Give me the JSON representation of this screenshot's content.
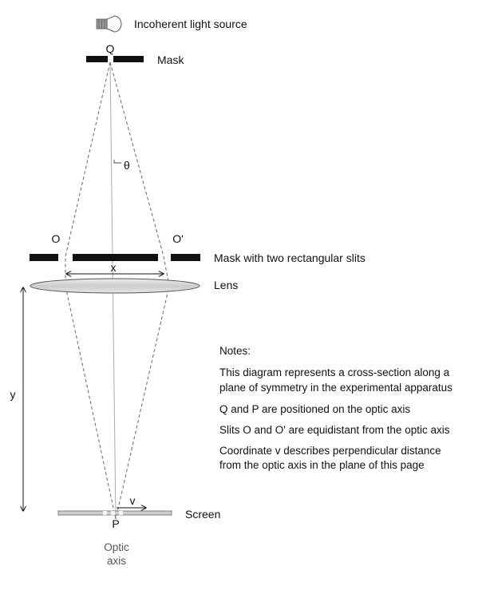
{
  "labels": {
    "light_source": "Incoherent light source",
    "mask_top": "Mask",
    "mask_slits": "Mask with two rectangular slits",
    "lens": "Lens",
    "screen": "Screen",
    "optic_axis_line1": "Optic",
    "optic_axis_line2": "axis"
  },
  "points": {
    "q": "Q",
    "o": "O",
    "o_prime": "O'",
    "p": "P",
    "theta": "θ",
    "x": "x",
    "y": "y",
    "v": "v"
  },
  "notes": {
    "heading": "Notes:",
    "items": [
      [
        "This diagram represents a cross-section along a",
        "plane of symmetry in the experimental apparatus"
      ],
      [
        "Q and P are positioned on the optic axis"
      ],
      [
        "Slits O and O' are equidistant from the optic axis"
      ],
      [
        "Coordinate v describes perpendicular distance",
        "from the optic axis in the plane of this page"
      ]
    ]
  },
  "icons": {
    "light_source": "light-bulb-icon"
  },
  "colors": {
    "ink": "#111111",
    "lens_fill": "#d9d9d9",
    "screen_fill": "#cfcfcf",
    "axis": "#aaaaaa",
    "label_grey": "#555555"
  }
}
